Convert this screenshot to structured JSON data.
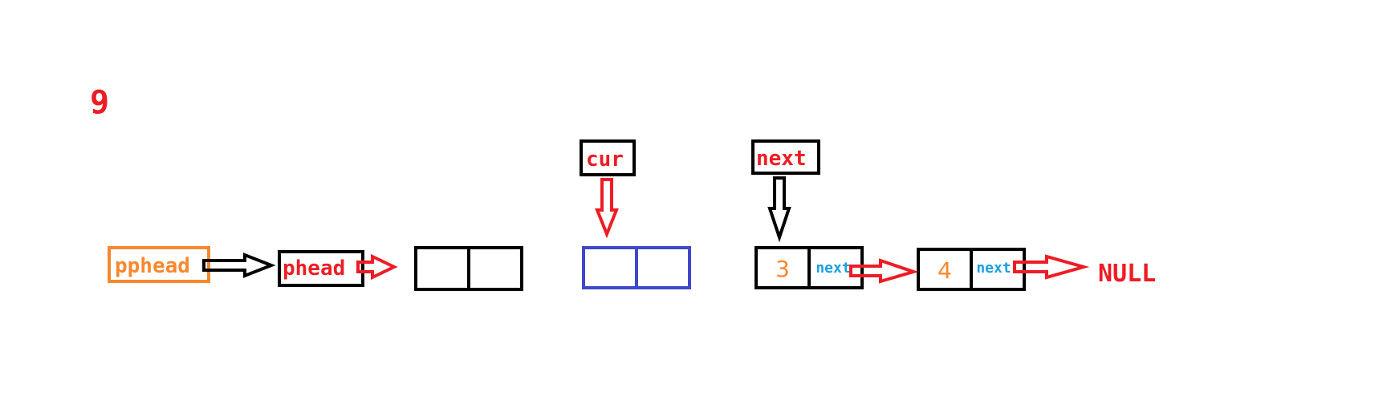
{
  "step_number": "9",
  "labels": {
    "pphead": "pphead",
    "phead": "phead",
    "cur": "cur",
    "next_pointer": "next",
    "null": "NULL"
  },
  "nodes": [
    {
      "value": "",
      "next": ""
    },
    {
      "value": "",
      "next": ""
    },
    {
      "value": "3",
      "next": "next"
    },
    {
      "value": "4",
      "next": "next"
    }
  ],
  "colors": {
    "red": "#ee1c24",
    "orange": "#f7882f",
    "black": "#000000",
    "blue": "#3f48cc",
    "cyan": "#1aa0e0"
  }
}
